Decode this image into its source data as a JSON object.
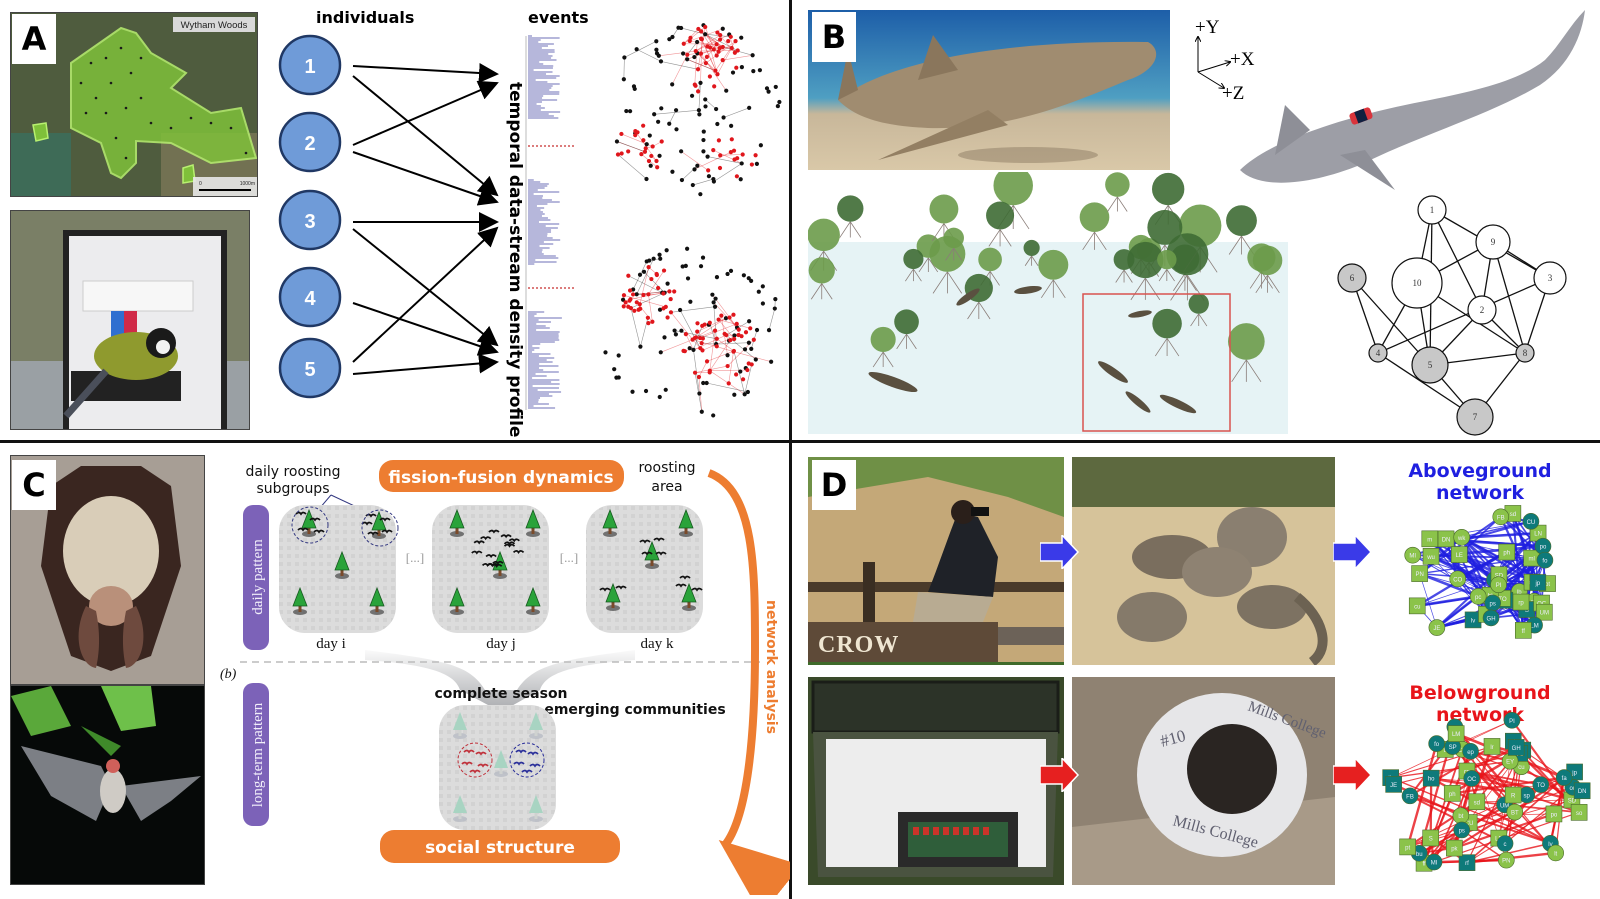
{
  "panels": {
    "A": {
      "letter": "A",
      "map_label": "Wytham Woods",
      "scale_start": "0",
      "scale_end": "1000m",
      "individuals_title": "individuals",
      "events_title": "events",
      "individuals": [
        "1",
        "2",
        "3",
        "4",
        "5"
      ],
      "stream_label": "temporal data-stream density profile",
      "colors": {
        "node_fill": "#6f9bd8",
        "node_stroke": "#203864",
        "community_red": "#e0161c",
        "community_black": "#111111",
        "events_bar": "#3b3fa0"
      }
    },
    "B": {
      "letter": "B",
      "axes": {
        "y": "+Y",
        "x": "+X",
        "z": "+Z"
      },
      "network_nodes": [
        "1",
        "2",
        "3",
        "4",
        "5",
        "6",
        "7",
        "8",
        "9",
        "10"
      ],
      "colors": {
        "highlight_box": "#d9534f",
        "water": "#e8f4f6"
      }
    },
    "C": {
      "letter": "C",
      "fission_fusion": "fission-fusion dynamics",
      "daily_roosting": "daily roosting",
      "subgroups": "subgroups",
      "roosting": "roosting",
      "area": "area",
      "daily_pattern": "daily pattern",
      "long_term_pattern": "long-term pattern",
      "days": [
        "day i",
        "day j",
        "day k"
      ],
      "ellipsis": "[...]",
      "sublabel": "(b)",
      "complete_season": "complete season",
      "emerging_communities": "emerging communities",
      "social_structure": "social structure",
      "network_analysis": "network analysis",
      "colors": {
        "orange": "#ed7d31",
        "purple": "#7c62b8"
      }
    },
    "D": {
      "letter": "D",
      "sign_text": "CROW",
      "tag_id": "#10",
      "tag_text": "Mills College",
      "aboveground_title": "Aboveground network",
      "belowground_title": "Belowground network",
      "aboveground_nodes": [
        "m",
        "lb",
        "lv",
        "CO",
        "VC",
        "hc",
        "TO",
        "sd",
        "bt",
        "so",
        "pt",
        "R",
        "ml",
        "S",
        "JE",
        "OC",
        "LN",
        "ps",
        "pc",
        "DN",
        "SD",
        "UM",
        "rp",
        "PI",
        "wk",
        "GH",
        "MI",
        "LM",
        "ph",
        "LE",
        "sq",
        "CU",
        "jp",
        "PN",
        "ff",
        "wu",
        "po",
        "FB",
        "cu",
        "fo"
      ],
      "belowground_nodes": [
        "sq",
        "TO",
        "jp",
        "CO",
        "S",
        "SD",
        "sp",
        "LE",
        "rf",
        "cu",
        "tf",
        "lv",
        "hc",
        "cn",
        "ff",
        "lb",
        "ou",
        "po",
        "PI",
        "bu",
        "VC",
        "CU",
        "SP",
        "so",
        "UM",
        "OC",
        "ho",
        "fo",
        "wk",
        "lt",
        "R",
        "FB",
        "lr",
        "DN",
        "sd",
        "bt",
        "EY",
        "LM",
        "JE",
        "BT",
        "c",
        "pt",
        "ps",
        "MI",
        "GH",
        "PN",
        "ph",
        "pk",
        "fa",
        "ep"
      ],
      "colors": {
        "above_title": "#1f1fe0",
        "below_title": "#e8141a",
        "arrow_blue": "#3a3ae8",
        "arrow_red": "#e62020",
        "node_green": "#8bc34a",
        "node_teal": "#0e7a7a"
      }
    }
  }
}
